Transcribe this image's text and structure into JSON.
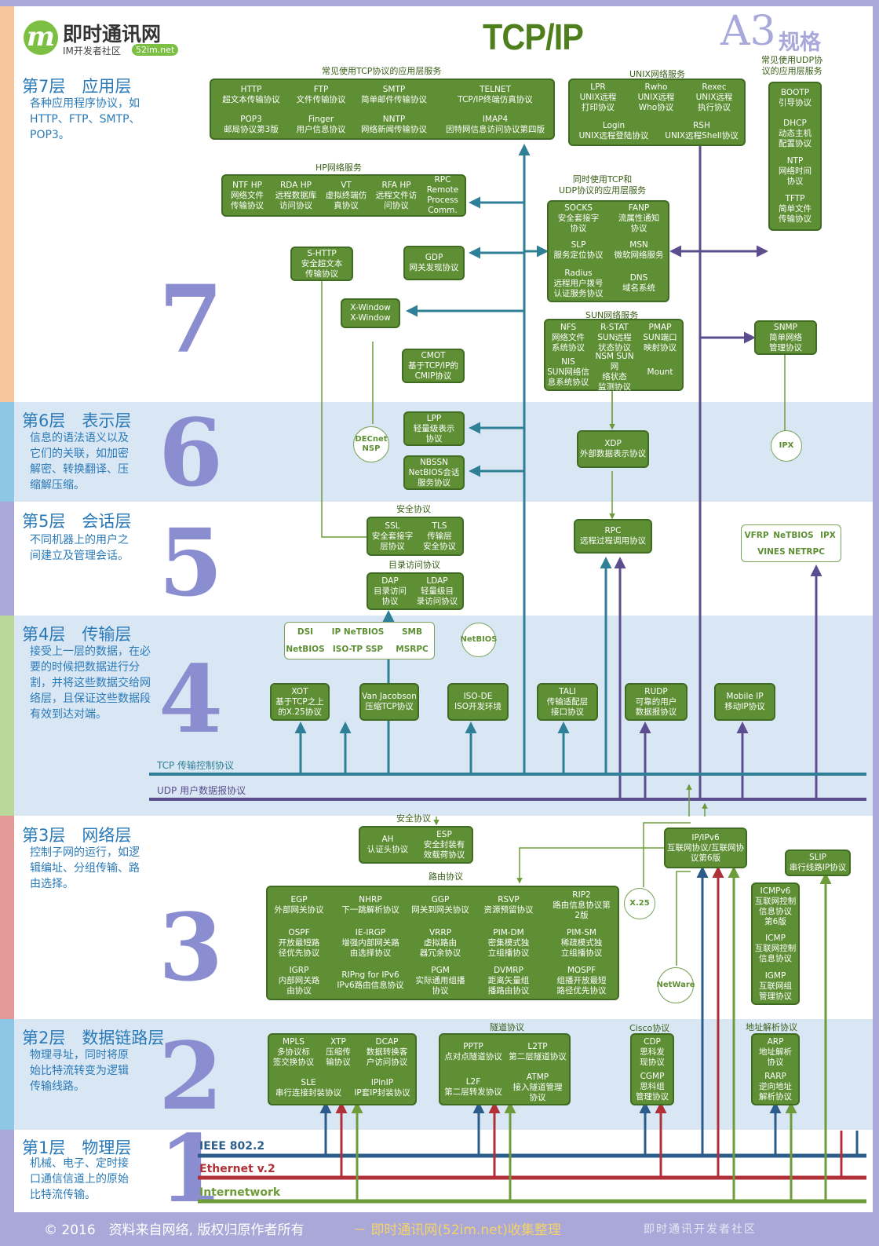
{
  "brand": {
    "logo_glyph": "m",
    "name": "即时通讯网",
    "tagline": "IM开发者社区",
    "badge": "52im.net"
  },
  "title": "TCP/IP",
  "spec": {
    "a3": "A3",
    "label": "规格"
  },
  "layers": [
    {
      "title": "第7层　应用层",
      "desc": "各种应用程序协议，如\nHTTP、FTP、SMTP、\nPOP3。",
      "num": "7"
    },
    {
      "title": "第6层　表示层",
      "desc": "信息的语法语义以及\n它们的关联，如加密\n解密、转换翻译、压\n缩解压缩。",
      "num": "6"
    },
    {
      "title": "第5层　会话层",
      "desc": "不同机器上的用户之\n间建立及管理会话。",
      "num": "5"
    },
    {
      "title": "第4层　传输层",
      "desc": "接受上一层的数据，在必\n要的时候把数据进行分\n割，并将这些数据交给网\n络层，且保证这些数据段\n有效到达对端。",
      "num": "4"
    },
    {
      "title": "第3层　网络层",
      "desc": "控制子网的运行，如逻\n辑编址、分组传输、路\n由选择。",
      "num": "3"
    },
    {
      "title": "第2层　数据链路层",
      "desc": "物理寻址，同时将原\n始比特流转变为逻辑\n传输线路。",
      "num": "2"
    },
    {
      "title": "第1层　物理层",
      "desc": "机械、电子、定时接\n口通信信道上的原始\n比特流传输。",
      "num": "1"
    }
  ],
  "groups": {
    "tcp_apps": "常见使用TCP协议的应用层服务",
    "unix": "UNIX网络服务",
    "udp_apps": "常见使用UDP协\n议的应用层服务",
    "hp": "HP网络服务",
    "tcp_udp": "同时使用TCP和\nUDP协议的应用层服务",
    "sun": "SUN网络服务",
    "security5": "安全协议",
    "directory": "目录访问协议",
    "security3": "安全协议",
    "routing": "路由协议",
    "tunnel": "隧道协议",
    "cisco": "Cisco协议",
    "addr": "地址解析协议"
  },
  "protocols": {
    "http": "HTTP\n超文本传输协议",
    "ftp": "FTP\n文件传输协议",
    "smtp": "SMTP\n简单邮件传输协议",
    "telnet": "TELNET\nTCP/IP终端仿真协议",
    "pop3": "POP3\n邮局协议第3版",
    "finger": "Finger\n用户信息协议",
    "nntp": "NNTP\n网络新闻传输协议",
    "imap4": "IMAP4\n因特网信息访问协议第四版",
    "lpr": "LPR\nUNIX远程\n打印协议",
    "rwho": "Rwho\nUNIX远程\nWho协议",
    "rexec": "Rexec\nUNIX远程\n执行协议",
    "login": "Login\nUNIX远程登陆协议",
    "rsh": "RSH\nUNIX远程Shell协议",
    "bootp": "BOOTP\n引导协议",
    "dhcp": "DHCP\n动态主机\n配置协议",
    "ntp": "NTP\n网络时间\n协议",
    "tftp": "TFTP\n简单文件\n传输协议",
    "nfshp": "NTF HP\n网络文件\n传输协议",
    "rdahp": "RDA HP\n远程数据库\n访问协议",
    "vt": "VT\n虚拟终端仿\n真协议",
    "rfahp": "RFA HP\n远程文件访\n问协议",
    "rpchp": "RPC\nRemote\nProcess\nComm.",
    "socks": "SOCKS\n安全套接字\n协议",
    "fanp": "FANP\n流属性通知\n协议",
    "slp": "SLP\n服务定位协议",
    "msn": "MSN\n微软网络服务",
    "radius": "Radius\n远程用户拨号\n认证服务协议",
    "dns": "DNS\n域名系统",
    "shttp": "S-HTTP\n安全超文本\n传输协议",
    "gdp": "GDP\n网关发现协议",
    "xwindow": "X-Window\nX-Window",
    "cmot": "CMOT\n基于TCP/IP的\nCMIP协议",
    "nfs": "NFS\n网络文件\n系统协议",
    "rstat": "R-STAT\nSUN远程\n状态协议",
    "pmap": "PMAP\nSUN端口\n映射协议",
    "nis": "NIS\nSUN网络信\n息系统协议",
    "nsm": "NSM SUN网\n络状态\n监测协议",
    "mount": "Mount",
    "snmp": "SNMP\n简单网络\n管理协议",
    "decnet": "DECnet\nNSP",
    "lpp": "LPP\n轻量级表示\n协议",
    "nbssn": "NBSSN\nNetBIOS会话\n服务协议",
    "xdp": "XDP\n外部数据表示协议",
    "ipx": "IPX",
    "ssl": "SSL\n安全套接字\n层协议",
    "tls": "TLS\n传输层\n安全协议",
    "rpc": "RPC\n远程过程调用协议",
    "vfrp": "VFRP",
    "netbios5": "NeTBIOS",
    "ipx5": "IPX",
    "vines": "VINES NETRPC",
    "dap": "DAP\n目录访问\n协议",
    "ldap": "LDAP\n轻量级目\n录访问协议",
    "dsi": "DSI",
    "ipnetbios": "IP NeTBIOS",
    "smb": "SMB",
    "netbios4": "NetBIOS",
    "isotp": "ISO-TP SSP",
    "msrpc": "MSRPC",
    "netbios_c": "NetBIOS",
    "xot": "XOT\n基于TCP之上\n的X.25协议",
    "vanjacobson": "Van Jacobson\n压缩TCP协议",
    "isode": "ISO-DE\nISO开发环境",
    "tali": "TALI\n传输适配层\n接口协议",
    "rudp": "RUDP\n可靠的用户\n数据报协议",
    "mobileip": "Mobile IP\n移动IP协议",
    "ah": "AH\n认证头协议",
    "esp": "ESP\n安全封装有\n效载荷协议",
    "ipv6": "IP/IPv6\n互联网协议/互联网协\n议第6版",
    "slip": "SLIP\n串行线路IP协议",
    "x25": "X.25",
    "netware": "NetWare",
    "egp": "EGP\n外部网关协议",
    "nhrp": "NHRP\n下一跳解析协议",
    "ggp": "GGP\n网关到网关协议",
    "rsvp": "RSVP\n资源预留协议",
    "rip2": "RIP2\n路由信息协议第\n2版",
    "ospf": "OSPF\n开放最短路\n径优先协议",
    "ieirgp": "IE-IRGP\n增强内部网关路\n由选择协议",
    "vrrp": "VRRP\n虚拟路由\n器冗余协议",
    "pimdm": "PIM-DM\n密集模式独\n立组播协议",
    "pimsm": "PIM-SM\n稀疏模式独\n立组播协议",
    "igrp": "IGRP\n内部网关路\n由协议",
    "ripng": "RIPng for IPv6\nIPv6路由信息协议",
    "pgm": "PGM\n实际通用组播\n协议",
    "dvmrp": "DVMRP\n距离矢量组\n播路由协议",
    "mospf": "MOSPF\n组播开放最短\n路径优先协议",
    "icmpv6": "ICMPv6\n互联网控制\n信息协议\n第6版",
    "icmp": "ICMP\n互联网控制\n信息协议",
    "igmp": "IGMP\n互联网组\n管理协议",
    "mpls": "MPLS\n多协议标\n签交换协议",
    "xtp": "XTP\n压缩传\n输协议",
    "dcap": "DCAP\n数据转换客\n户访问协议",
    "sle": "SLE\n串行连接封装协议",
    "ipinip": "IPinIP\nIP套IP封装协议",
    "pptp": "PPTP\n点对点隧道协议",
    "l2tp": "L2TP\n第二层隧道协议",
    "l2f": "L2F\n第二层转发协议",
    "atmp": "ATMP\n接入隧道管理\n协议",
    "cdp": "CDP\n思科发\n现协议",
    "cgmp": "CGMP\n思科组\n管理协议",
    "arp": "ARP\n地址解析\n协议",
    "rarp": "RARP\n逆向地址\n解析协议"
  },
  "buses": {
    "tcp": "TCP 传输控制协议",
    "udp": "UDP 用户数据报协议",
    "ieee": "IEEE 802.2",
    "ethernet": "Ethernet v.2",
    "internetwork": "Internetwork"
  },
  "colors": {
    "green": "#5e8f34",
    "tcp_bus": "#2f7f96",
    "udp_bus": "#5b4d8e",
    "ieee_bus": "#2c5c8a",
    "eth_bus": "#b03037",
    "inet_bus": "#6f9c3a",
    "num": "#8a8ed0",
    "text": "#2a7ab8"
  },
  "footer": {
    "copyright": "© 2016　资料来自网络, 版权归原作者所有",
    "credit": "－ 即时通讯网(52im.net)收集整理",
    "watermark": "即时通讯开发者社区"
  }
}
